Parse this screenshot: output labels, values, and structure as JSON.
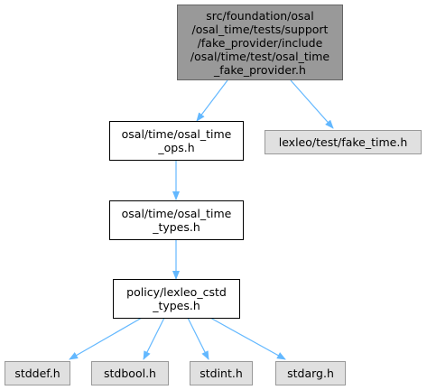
{
  "colors": {
    "edge": "#63b8ff",
    "root_fill": "#999999",
    "ext_fill": "#e0e0e0"
  },
  "nodes": {
    "root": "src/foundation/osal\n/osal_time/tests/support\n/fake_provider/include\n/osal/time/test/osal_time\n_fake_provider.h",
    "time_ops": "osal/time/osal_time\n_ops.h",
    "fake_time": "lexleo/test/fake_time.h",
    "time_types": "osal/time/osal_time\n_types.h",
    "cstd_types": "policy/lexleo_cstd\n_types.h",
    "stddef": "stddef.h",
    "stdbool": "stdbool.h",
    "stdint": "stdint.h",
    "stdarg": "stdarg.h"
  }
}
